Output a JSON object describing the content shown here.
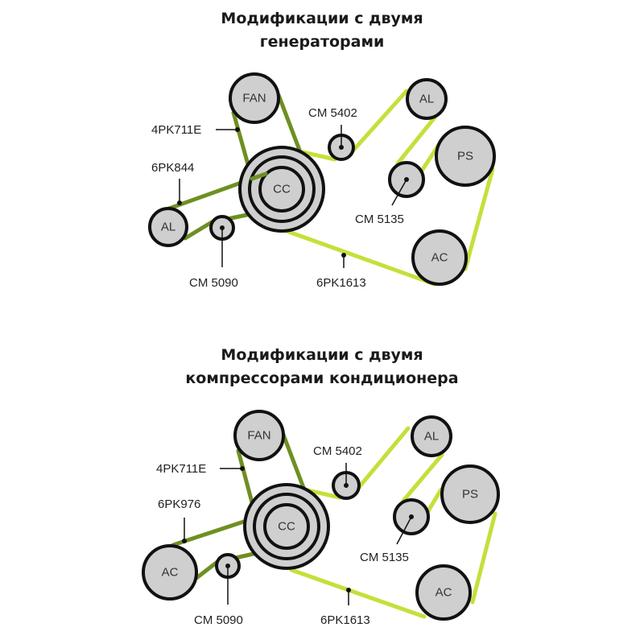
{
  "diagrams": [
    {
      "title_line1": "Модификации с двумя",
      "title_line2": "генераторами",
      "pulleys": {
        "fan": "FAN",
        "al_top": "AL",
        "ps": "PS",
        "cc": "CC",
        "left": "AL",
        "ac": "AC"
      },
      "labels": {
        "belt_fan": "4PK711E",
        "belt_left": "6PK844",
        "idler_top": "CM 5402",
        "idler_right": "CM 5135",
        "idler_left": "CM 5090",
        "belt_main": "6PK1613"
      }
    },
    {
      "title_line1": "Модификации с двумя",
      "title_line2": "компрессорами кондиционера",
      "pulleys": {
        "fan": "FAN",
        "al_top": "AL",
        "ps": "PS",
        "cc": "CC",
        "left": "AC",
        "ac": "AC"
      },
      "labels": {
        "belt_fan": "4PK711E",
        "belt_left": "6PK976",
        "idler_top": "CM 5402",
        "idler_right": "CM 5135",
        "idler_left": "CM 5090",
        "belt_main": "6PK1613"
      }
    }
  ],
  "colors": {
    "belt_dark": "#6f8f22",
    "belt_light": "#c6df3a",
    "pulley": "#cfcfcf"
  }
}
